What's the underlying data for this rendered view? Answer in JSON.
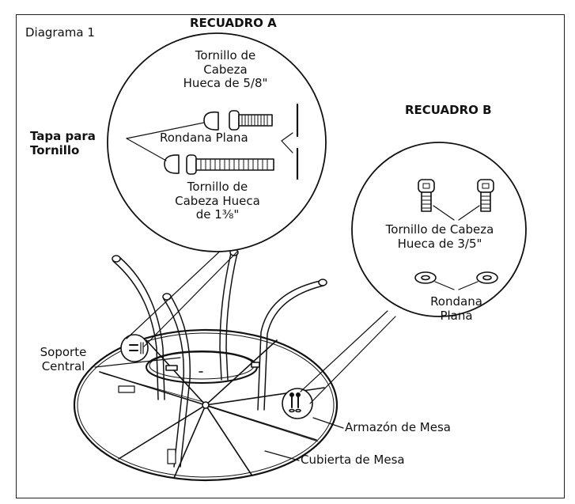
{
  "diagram": {
    "title": "Diagrama 1",
    "inset_a": {
      "heading": "RECUADRO A",
      "short_screw": [
        "Tornillo de",
        "Cabeza",
        "Hueca de 5/8\""
      ],
      "washer": "Rondana Plana",
      "long_screw": [
        "Tornillo de",
        "Cabeza Hueca",
        "de 1⅜\""
      ]
    },
    "screw_cap": [
      "Tapa para",
      "Tornillo"
    ],
    "inset_b": {
      "heading": "RECUADRO B",
      "screw": [
        "Tornillo de Cabeza",
        "Hueca de 3/5\""
      ],
      "washer": [
        "Rondana",
        "Plana"
      ]
    },
    "callouts": {
      "center_support": [
        "Soporte",
        "Central"
      ],
      "table_frame": "Armazón de Mesa",
      "table_top": "Cubierta de Mesa"
    }
  }
}
